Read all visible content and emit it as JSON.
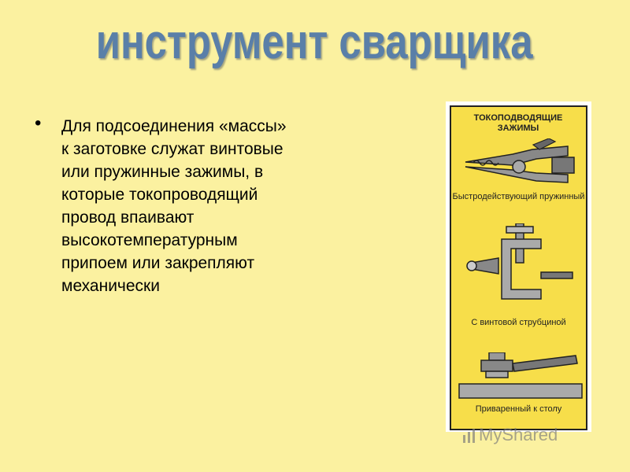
{
  "slide": {
    "title": "инструмент сварщика",
    "bullet_text": "Для подсоединения «массы» к заготовке служат винтовые или пружинные зажимы, в которые токопроводящий провод впаивают высокотемпературным припоем или закрепляют механически"
  },
  "illustration": {
    "header": "ТОКОПОДВОДЯЩИЕ ЗАЖИМЫ",
    "labels": [
      "Быстродействующий пружинный",
      "С винтовой струбциной",
      "Приваренный к столу"
    ]
  },
  "watermark": {
    "text": "MyShared"
  },
  "colors": {
    "background": "#FBF1A0",
    "title": "#5A7FA8",
    "panel": "#F7DE4A"
  }
}
